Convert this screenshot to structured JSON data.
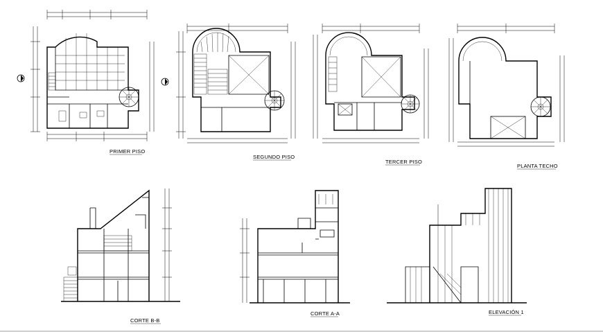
{
  "drawing": {
    "plans": [
      {
        "id": "primer-piso",
        "label": "PRIMER PISO"
      },
      {
        "id": "segundo-piso",
        "label": "SEGUNDO PISO"
      },
      {
        "id": "tercer-piso",
        "label": "TERCER PISO"
      },
      {
        "id": "planta-techo",
        "label": "PLANTA TECHO"
      }
    ],
    "sections": [
      {
        "id": "corte-bb",
        "label": "CORTE B-B"
      },
      {
        "id": "corte-aa",
        "label": "CORTE A-A"
      },
      {
        "id": "elevacion-1",
        "label": "ELEVACIÓN 1"
      }
    ],
    "line_color": "#000000",
    "background": "#ffffff"
  }
}
